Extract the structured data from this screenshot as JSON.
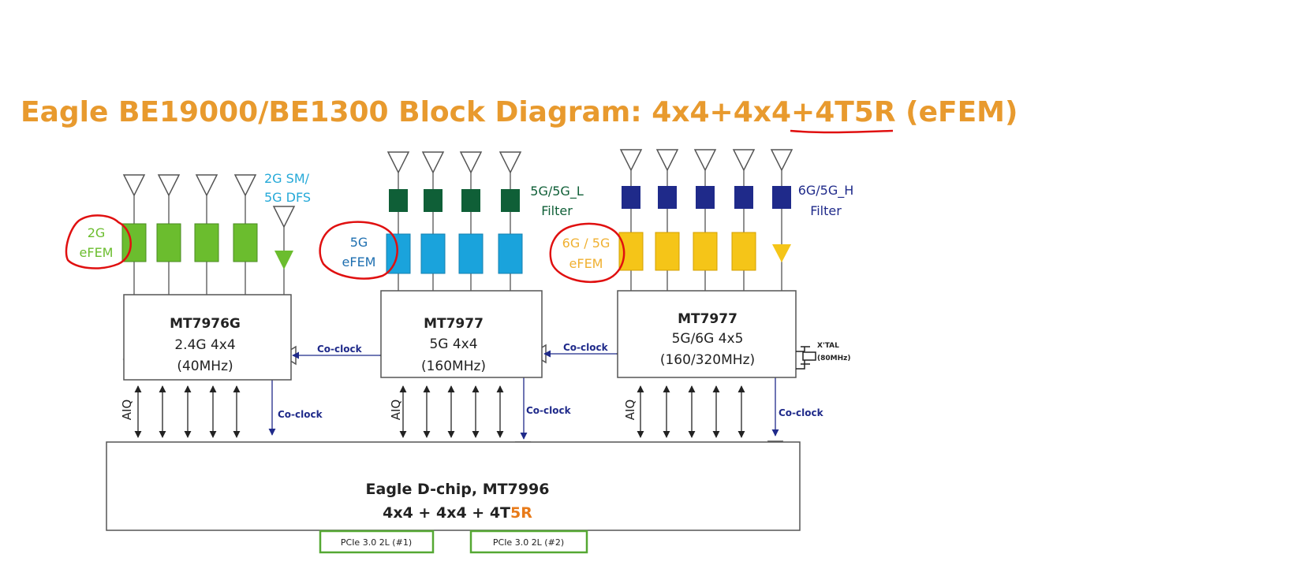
{
  "title": {
    "main": "Eagle BE19000/BE1300 Block Diagram: 4x4+4x4+4T5R ",
    "highlight": "(eFEM)"
  },
  "colors": {
    "title": "#e89a2e",
    "green2g": "#6bbd2e",
    "blue5g": "#1aa3dc",
    "dkgreen": "#0f5f37",
    "navy": "#1f2a8a",
    "gold": "#f5c518",
    "orange": "#e87b1a",
    "annotation": "#e01010",
    "cyan_label": "#25a9d8",
    "pcie_box": "#55a833"
  },
  "labels": {
    "efem_2g": [
      "2G",
      "eFEM"
    ],
    "efem_5g": [
      "5G",
      "eFEM"
    ],
    "efem_6g": [
      "6G / 5G",
      "eFEM"
    ],
    "sm_dfs": [
      "2G SM/",
      "5G DFS"
    ],
    "filter_5g": [
      "5G/5G_L",
      "Filter"
    ],
    "filter_6g": [
      "6G/5G_H",
      "Filter"
    ]
  },
  "chips": [
    {
      "name": "MT7976G",
      "line1": "2.4G 4x4",
      "line2": "(40MHz)"
    },
    {
      "name": "MT7977",
      "line1": "5G 4x4",
      "line2": "(160MHz)"
    },
    {
      "name": "MT7977",
      "line1": "5G/6G 4x5",
      "line2": "(160/320MHz)"
    }
  ],
  "coclock": "Co-clock",
  "aiq": "AIQ",
  "ports": [
    "0",
    "1",
    "2",
    "3",
    "4"
  ],
  "xtal": [
    "X'TAL",
    "(80MHz)"
  ],
  "dchip": {
    "line1": "Eagle D-chip, MT7996",
    "line2_prefix": "4x4 + 4x4 + 4T",
    "line2_suffix": "5R"
  },
  "pcie": [
    "PCIe 3.0 2L (#1)",
    "PCIe 3.0 2L (#2)"
  ]
}
